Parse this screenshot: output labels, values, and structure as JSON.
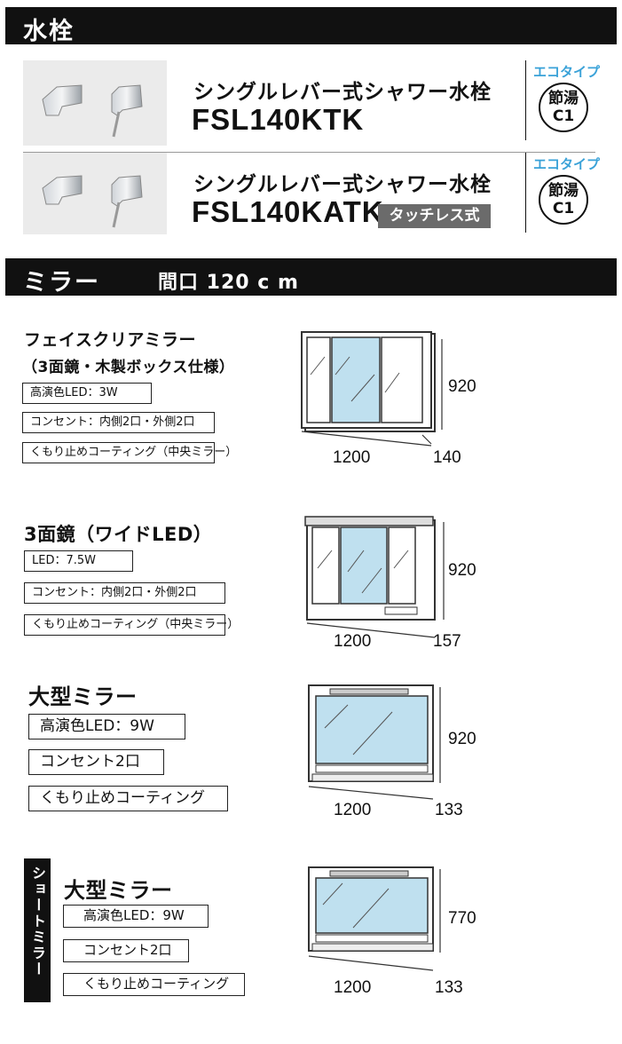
{
  "faucet_section": {
    "title": "水栓"
  },
  "faucets": [
    {
      "name": "シングルレバー式シャワー水栓",
      "model": "FSL140KTK",
      "badge": "",
      "eco_label": "エコタイプ",
      "eco_mark_line1": "節湯",
      "eco_mark_line2": "C1"
    },
    {
      "name": "シングルレバー式シャワー水栓",
      "model": "FSL140KATK",
      "badge": "タッチレス式",
      "eco_label": "エコタイプ",
      "eco_mark_line1": "節湯",
      "eco_mark_line2": "C1"
    }
  ],
  "mirror_section": {
    "title": "ミラー",
    "width_note": "間口 120 c m"
  },
  "mirrors": [
    {
      "title": "フェイスクリアミラー",
      "subtitle": "（3面鏡・木製ボックス仕様）",
      "specs": [
        "高演色LED：3W",
        "コンセント：内側2口・外側2口",
        "くもり止めコーティング（中央ミラー）"
      ],
      "width": "1200",
      "height": "920",
      "depth": "140"
    },
    {
      "title": "3面鏡（ワイドLED）",
      "specs": [
        "LED：7.5W",
        "コンセント：内側2口・外側2口",
        "くもり止めコーティング（中央ミラー）"
      ],
      "width": "1200",
      "height": "920",
      "depth": "157"
    },
    {
      "title": "大型ミラー",
      "specs": [
        "高演色LED：9W",
        "コンセント2口",
        "くもり止めコーティング"
      ],
      "width": "1200",
      "height": "920",
      "depth": "133"
    },
    {
      "tag": "ショートミラー",
      "title": "大型ミラー",
      "specs": [
        "高演色LED：9W",
        "コンセント2口",
        "くもり止めコーティング"
      ],
      "width": "1200",
      "height": "770",
      "depth": "133"
    }
  ]
}
